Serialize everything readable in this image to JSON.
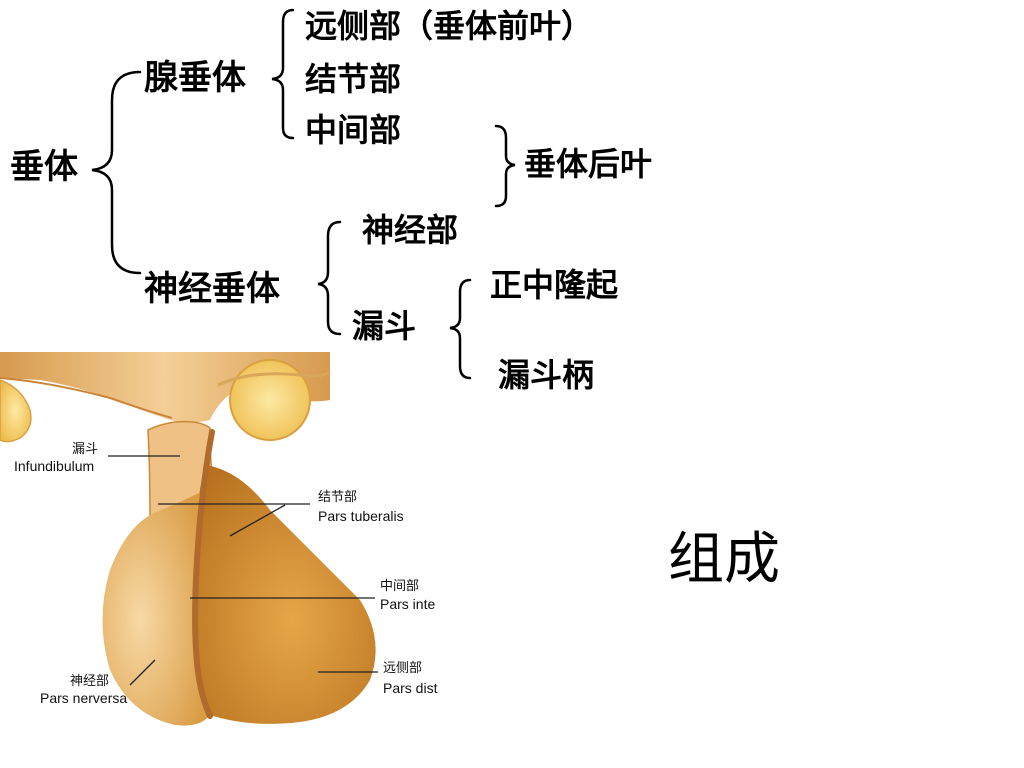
{
  "tree": {
    "root": "垂体",
    "adenohypophysis": "腺垂体",
    "pars_distalis": "远侧部（垂体前叶）",
    "pars_tuberalis": "结节部",
    "pars_intermedia": "中间部",
    "posterior_lobe": "垂体后叶",
    "neurohypophysis": "神经垂体",
    "pars_nervosa": "神经部",
    "infundibulum": "漏斗",
    "median_eminence": "正中隆起",
    "infundibular_stalk": "漏斗柄"
  },
  "figure": {
    "infundibulum_cn": "漏斗",
    "infundibulum_en": "Infundibulum",
    "tuberalis_cn": "结节部",
    "tuberalis_en": "Pars tuberalis",
    "intermedia_cn": "中间部",
    "intermedia_en": "Pars inte",
    "distalis_cn": "远侧部",
    "distalis_en": "Pars dist",
    "nervosa_cn": "神经部",
    "nervosa_en": "Pars nerversa"
  },
  "caption": "组成",
  "colors": {
    "background": "#ffffff",
    "text": "#000000",
    "gland_light": "#f3c98c",
    "gland_dark": "#c98a2f",
    "nervosa_fill": "#e9b56a",
    "distalis_fill": "#d9962f",
    "divider": "#b8743a",
    "optic_yellow": "#f9d672"
  }
}
